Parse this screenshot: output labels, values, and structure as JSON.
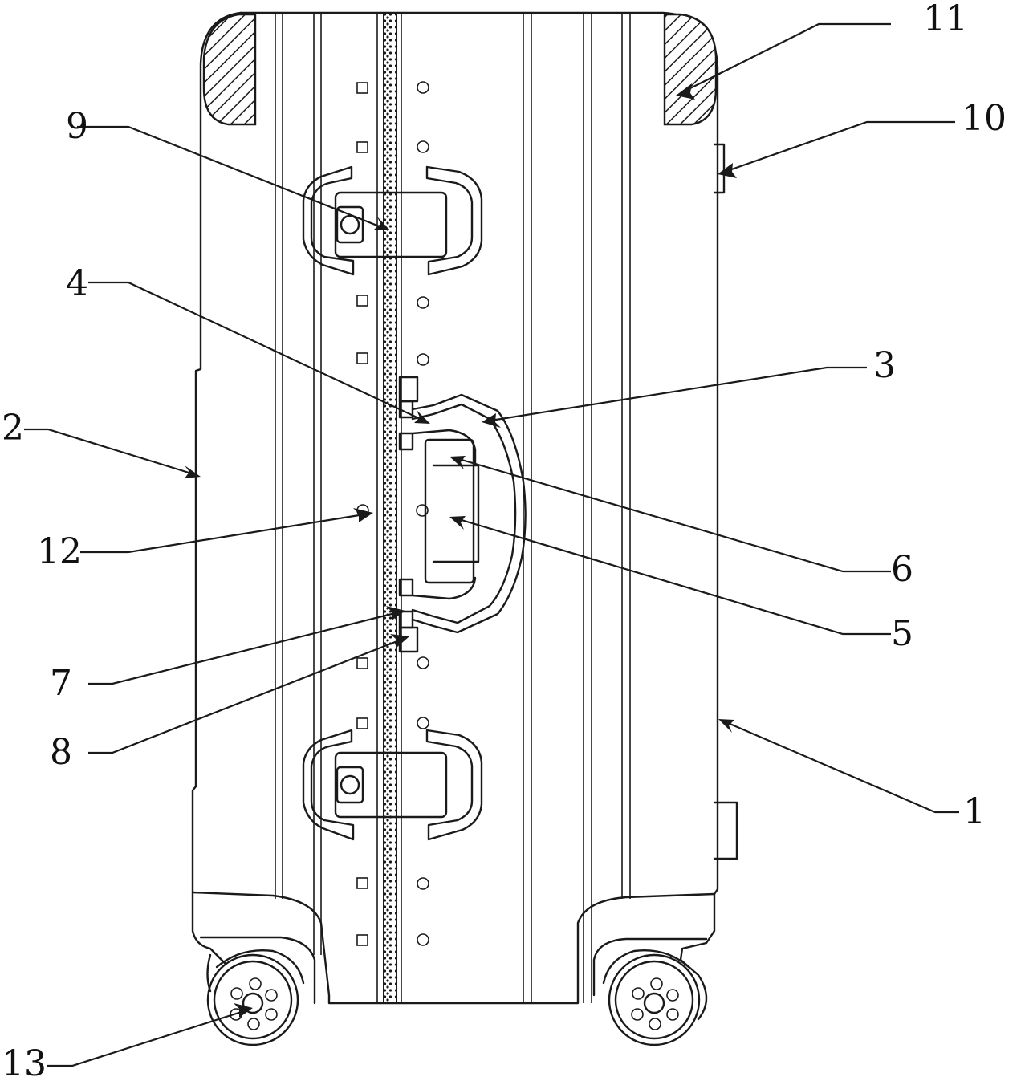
{
  "figure": {
    "type": "patent-line-drawing",
    "subject": "suitcase front view with reference numerals"
  },
  "labels": [
    {
      "id": "1",
      "text": "1"
    },
    {
      "id": "2",
      "text": "2"
    },
    {
      "id": "3",
      "text": "3"
    },
    {
      "id": "4",
      "text": "4"
    },
    {
      "id": "5",
      "text": "5"
    },
    {
      "id": "6",
      "text": "6"
    },
    {
      "id": "7",
      "text": "7"
    },
    {
      "id": "8",
      "text": "8"
    },
    {
      "id": "9",
      "text": "9"
    },
    {
      "id": "10",
      "text": "10"
    },
    {
      "id": "11",
      "text": "11"
    },
    {
      "id": "12",
      "text": "12"
    },
    {
      "id": "13",
      "text": "13"
    }
  ]
}
